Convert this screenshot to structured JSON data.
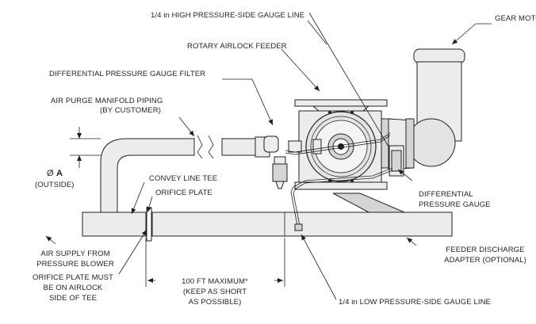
{
  "labels": {
    "high_gauge_line": "1/4 in HIGH PRESSURE-SIDE GAUGE LINE",
    "gear_motor": "GEAR MOTOR",
    "rotary_feeder": "ROTARY AIRLOCK FEEDER",
    "dp_filter": "DIFFERENTIAL PRESSURE GAUGE FILTER",
    "air_purge_1": "AIR PURGE MANIFOLD PIPING",
    "air_purge_2": "(BY CUSTOMER)",
    "diameter_symbol": "Ø",
    "diameter_letter": "A",
    "diameter_note": "(OUTSIDE)",
    "convey_tee": "CONVEY LINE TEE",
    "orifice_plate": "ORIFICE PLATE",
    "dp_gauge_1": "DIFFERENTIAL",
    "dp_gauge_2": "PRESSURE GAUGE",
    "air_supply_1": "AIR SUPPLY FROM",
    "air_supply_2": "PRESSURE BLOWER",
    "discharge_1": "FEEDER DISCHARGE",
    "discharge_2": "ADAPTER (OPTIONAL)",
    "max_len_1": "100 FT MAXIMUM*",
    "max_len_2": "(KEEP AS SHORT",
    "max_len_3": "AS POSSIBLE)",
    "orifice_note_1": "ORIFICE PLATE MUST",
    "orifice_note_2": "BE ON AIRLOCK",
    "orifice_note_3": "SIDE OF TEE",
    "low_gauge_line": "1/4 in LOW PRESSURE-SIDE GAUGE LINE"
  }
}
